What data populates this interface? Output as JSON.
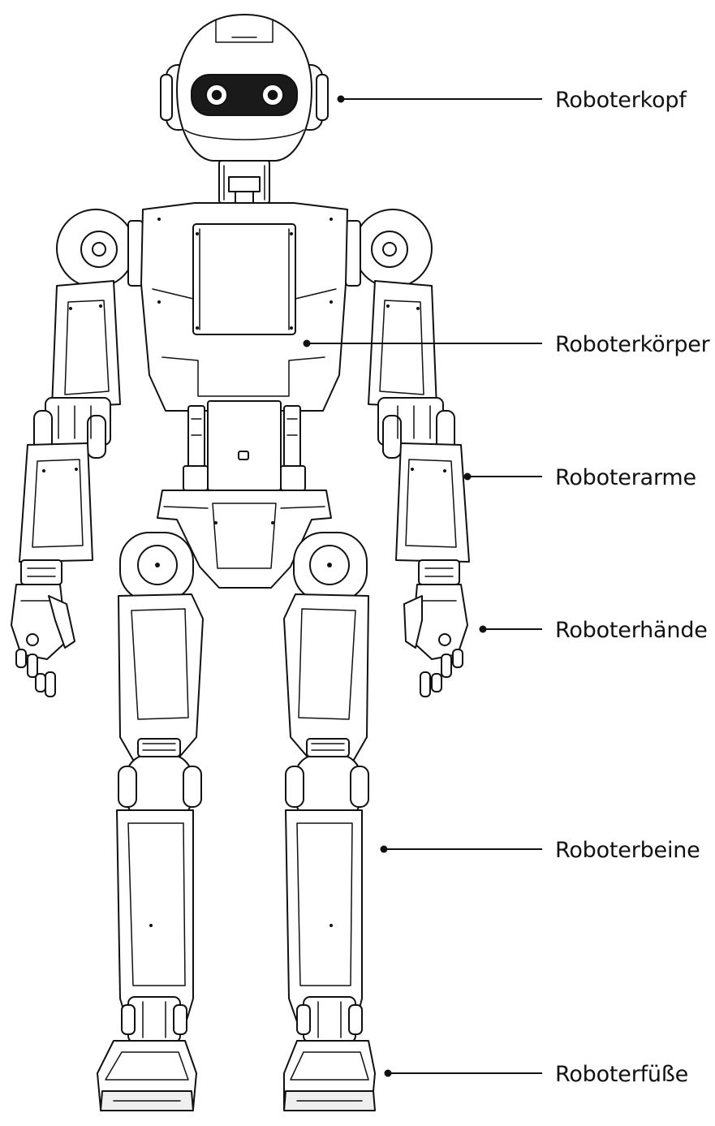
{
  "diagram": {
    "labels": [
      {
        "id": "head",
        "text": "Roboterkopf"
      },
      {
        "id": "body",
        "text": "Roboterkörper"
      },
      {
        "id": "arms",
        "text": "Roboterarme"
      },
      {
        "id": "hands",
        "text": "Roboterhände"
      },
      {
        "id": "legs",
        "text": "Roboterbeine"
      },
      {
        "id": "feet",
        "text": "Roboterfüße"
      }
    ]
  },
  "colors": {
    "line": "#111111",
    "background": "#ffffff"
  }
}
